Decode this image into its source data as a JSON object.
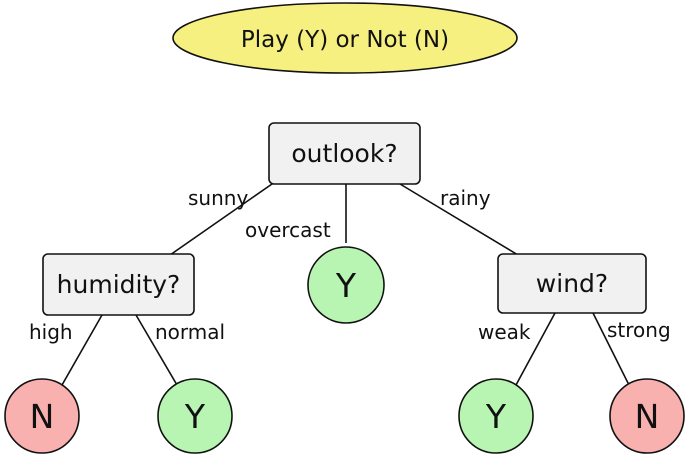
{
  "title": "Play (Y) or Not (N)",
  "colors": {
    "title_fill": "#f5f07f",
    "decision_fill": "#f1f1f1",
    "yes_fill": "#b8f5b2",
    "no_fill": "#f9b1b0",
    "stroke": "#111111"
  },
  "nodes": {
    "outlook": "outlook?",
    "humidity": "humidity?",
    "wind": "wind?",
    "leaf_high": "N",
    "leaf_normal": "Y",
    "leaf_overcast": "Y",
    "leaf_weak": "Y",
    "leaf_strong": "N"
  },
  "edges": {
    "sunny": "sunny",
    "overcast": "overcast",
    "rainy": "rainy",
    "high": "high",
    "normal": "normal",
    "weak": "weak",
    "strong": "strong"
  }
}
